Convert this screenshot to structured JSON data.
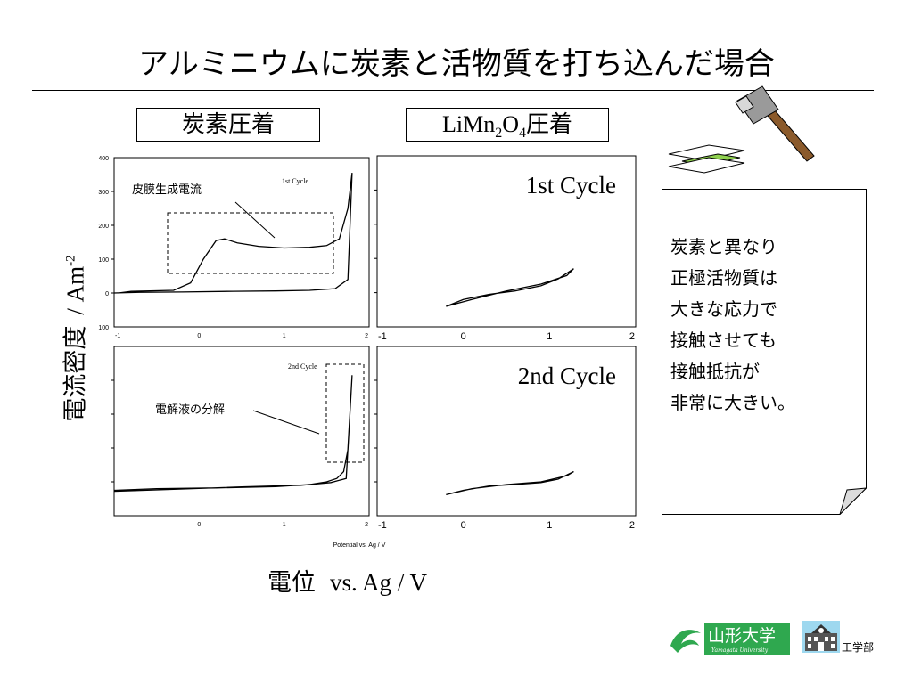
{
  "slide": {
    "title": "アルミニウムに炭素と活物質を打ち込んだ場合",
    "label_carbon": "炭素圧着",
    "label_limn_prefix": "LiMn",
    "label_limn_sub1": "2",
    "label_limn_mid": "O",
    "label_limn_sub2": "4",
    "label_limn_suffix": "圧着",
    "ylabel_jp": "電流密度",
    "ylabel_unit": "/ Am",
    "ylabel_exp": "-2",
    "xlabel_jp": "電位",
    "xlabel_unit": "vs. Ag / V",
    "note_lines": [
      "炭素と異なり",
      "正極活物質は",
      "大きな応力で",
      "接触させても",
      "接触抵抗が",
      "非常に大きい。"
    ],
    "logo_text": "山形大学",
    "logo_subtext": "Yamagata University",
    "dept": "工学部"
  },
  "chart_data": [
    {
      "type": "line",
      "panel": "carbon-1st",
      "legend": "1st Cycle",
      "annotation": "皮膜生成電流",
      "xlim": [
        -1,
        2
      ],
      "ylim": [
        -100,
        400
      ],
      "xticks": [
        "-1",
        "0",
        "1",
        "2"
      ],
      "yticks": [
        "400",
        "300",
        "200",
        "100",
        "0",
        "100"
      ],
      "series": [
        {
          "x": [
            -0.95,
            -0.8,
            -0.3,
            -0.1,
            0.05,
            0.2,
            0.3,
            0.45,
            0.7,
            1.0,
            1.3,
            1.5,
            1.65,
            1.75,
            1.8,
            1.75,
            1.6,
            1.3,
            0.9,
            0.4,
            -0.2,
            -0.7,
            -1.0
          ],
          "y": [
            0,
            5,
            8,
            30,
            100,
            155,
            160,
            148,
            138,
            133,
            135,
            140,
            160,
            250,
            355,
            40,
            13,
            8,
            6,
            5,
            3,
            2,
            0
          ]
        }
      ]
    },
    {
      "type": "line",
      "panel": "limn-1st",
      "legend": "1st Cycle",
      "xlim": [
        -1,
        2
      ],
      "ylim": [
        -100,
        400
      ],
      "xticks": [
        "-1",
        "0",
        "1",
        "2"
      ],
      "series": [
        {
          "x": [
            -0.2,
            0.0,
            0.3,
            0.6,
            0.9,
            1.1,
            1.28,
            1.2,
            0.9,
            0.5,
            0.1,
            -0.2
          ],
          "y": [
            -40,
            -20,
            -5,
            5,
            20,
            40,
            70,
            50,
            25,
            5,
            -20,
            -40
          ]
        }
      ]
    },
    {
      "type": "line",
      "panel": "carbon-2nd",
      "legend": "2nd Cycle",
      "annotation": "電解液の分解",
      "xlim": [
        -1,
        2
      ],
      "ylim": [
        -100,
        400
      ],
      "xticks": [
        "0",
        "1",
        "2"
      ],
      "series": [
        {
          "x": [
            -1.0,
            -0.5,
            0.2,
            0.9,
            1.3,
            1.5,
            1.62,
            1.7,
            1.75,
            1.8,
            1.73,
            1.55,
            1.2,
            0.5,
            -0.3,
            -1.0
          ],
          "y": [
            -25,
            -20,
            -18,
            -14,
            -8,
            0,
            10,
            30,
            95,
            315,
            10,
            -2,
            -10,
            -15,
            -22,
            -28
          ]
        }
      ]
    },
    {
      "type": "line",
      "panel": "limn-2nd",
      "legend": "2nd Cycle",
      "xlabel": "Potential vs. Ag / V",
      "xlim": [
        -1,
        2
      ],
      "ylim": [
        -100,
        400
      ],
      "xticks": [
        "-1",
        "0",
        "1",
        "2"
      ],
      "series": [
        {
          "x": [
            -0.2,
            0.0,
            0.3,
            0.6,
            0.9,
            1.1,
            1.28,
            1.2,
            0.9,
            0.5,
            0.1,
            -0.2
          ],
          "y": [
            -38,
            -25,
            -12,
            -8,
            -2,
            8,
            30,
            18,
            0,
            -8,
            -20,
            -38
          ]
        }
      ]
    }
  ]
}
